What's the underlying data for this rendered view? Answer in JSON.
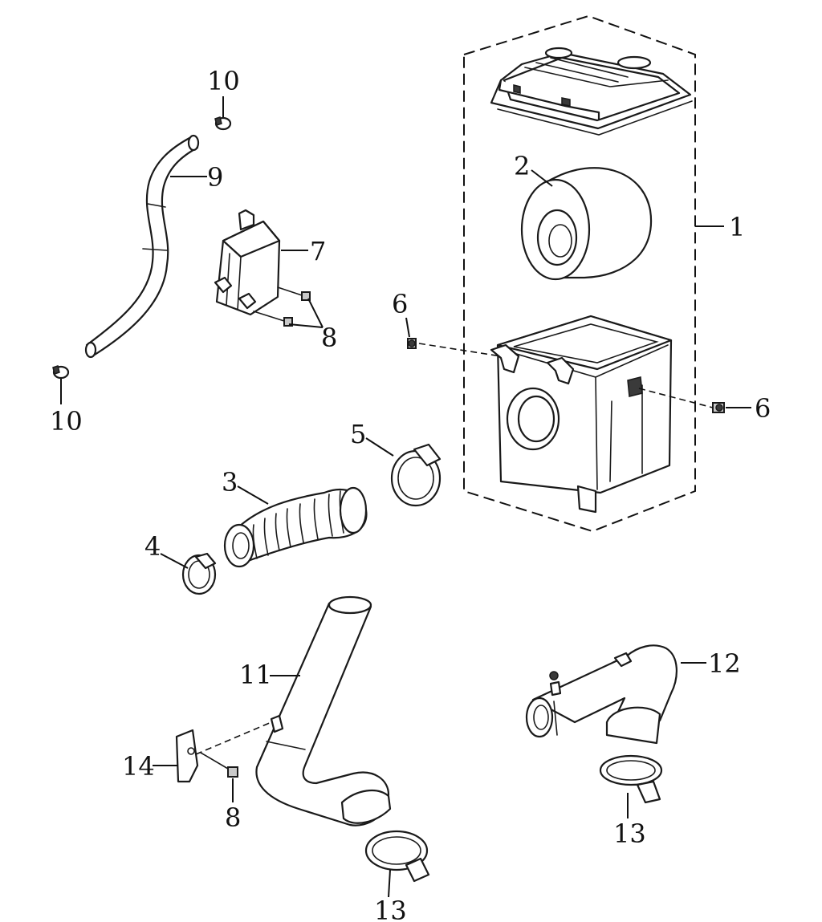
{
  "diagram": {
    "callouts": [
      {
        "id": "c1",
        "text": "1"
      },
      {
        "id": "c2",
        "text": "2"
      },
      {
        "id": "c3",
        "text": "3"
      },
      {
        "id": "c4",
        "text": "4"
      },
      {
        "id": "c5",
        "text": "5"
      },
      {
        "id": "c6a",
        "text": "6"
      },
      {
        "id": "c6b",
        "text": "6"
      },
      {
        "id": "c7",
        "text": "7"
      },
      {
        "id": "c8a",
        "text": "8"
      },
      {
        "id": "c8b",
        "text": "8"
      },
      {
        "id": "c9",
        "text": "9"
      },
      {
        "id": "c10a",
        "text": "10"
      },
      {
        "id": "c10b",
        "text": "10"
      },
      {
        "id": "c11",
        "text": "11"
      },
      {
        "id": "c12",
        "text": "12"
      },
      {
        "id": "c13a",
        "text": "13"
      },
      {
        "id": "c13b",
        "text": "13"
      },
      {
        "id": "c14",
        "text": "14"
      }
    ]
  }
}
